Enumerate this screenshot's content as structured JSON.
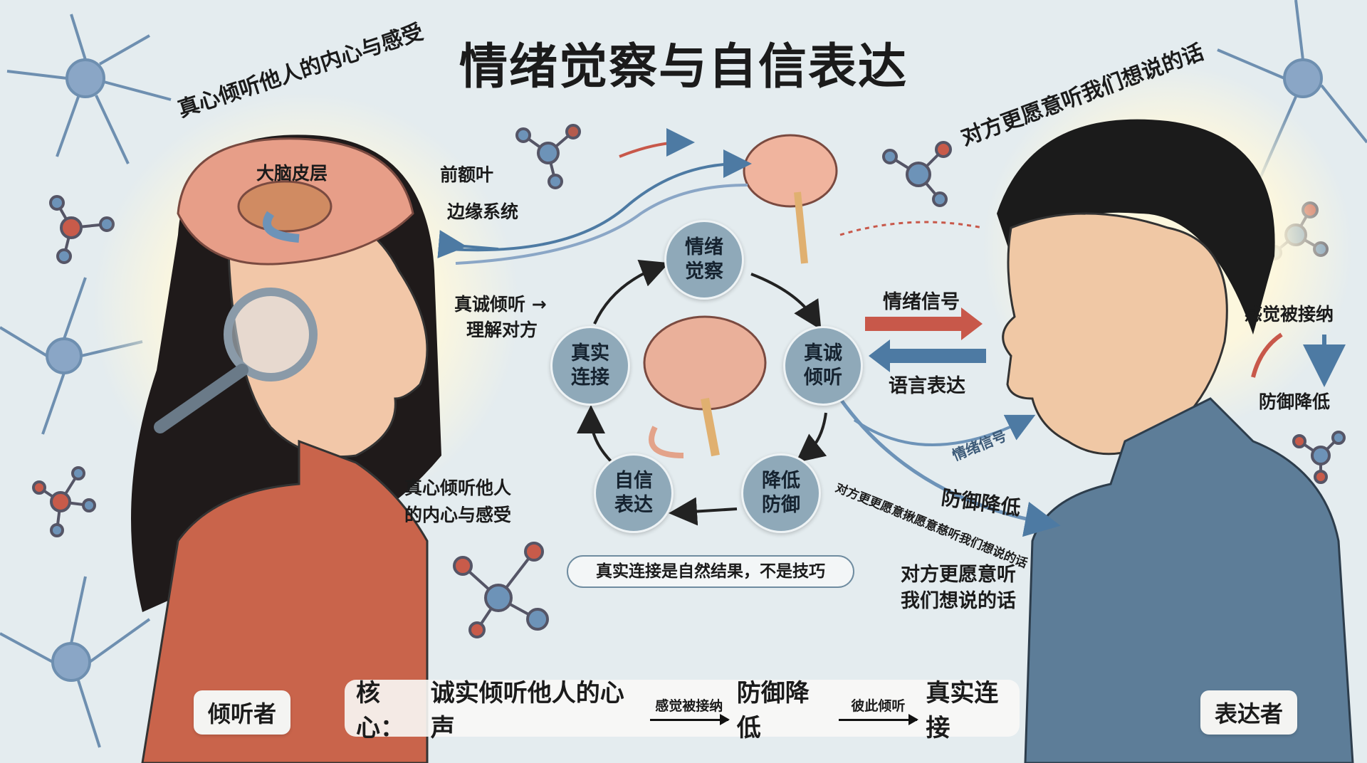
{
  "title": "情绪觉察与自信表达",
  "left_arc_text": "真心倾听他人的内心与感受",
  "right_arc_text": "对方更愿意听我们想说的话",
  "brain_labels": {
    "cortex": "大脑皮层",
    "prefrontal": "前额叶",
    "limbic": "边缘系统"
  },
  "left_notes": {
    "listen_understand": "真诚倾听 →",
    "understand": "理解对方",
    "inner": [
      "真心倾听他人",
      "的内心与感受"
    ]
  },
  "cycle": {
    "nodes": [
      {
        "label": [
          "情绪",
          "觉察"
        ]
      },
      {
        "label": [
          "真诚",
          "倾听"
        ]
      },
      {
        "label": [
          "降低",
          "防御"
        ]
      },
      {
        "label": [
          "自信",
          "表达"
        ]
      },
      {
        "label": [
          "真实",
          "连接"
        ]
      }
    ],
    "caption": "真实连接是自然结果，不是技巧"
  },
  "right_notes": {
    "emotion_signal": "情绪信号",
    "verbal": "语言表达",
    "accepted": "感觉被接纳",
    "defense_down": "防御降低",
    "diag_signal": "情绪信号",
    "diag_defense": "防御降低",
    "diag_text": "对方更更愿意揪愿意慈听我们想说的话",
    "willing": [
      "对方更愿意听",
      "我们想说的话"
    ]
  },
  "roles": {
    "listener": "倾听者",
    "speaker": "表达者"
  },
  "core": {
    "prefix": "核心：",
    "step1": "诚实倾听他人的心声",
    "arrow1": "感觉被接纳",
    "step2": "防御降低",
    "arrow2": "彼此倾听",
    "step3": "真实连接"
  },
  "colors": {
    "background": "#e4ecef",
    "node": "#8fa9b9",
    "listener_dress": "#c9644b",
    "speaker_shirt": "#5d7d98",
    "red_arrow": "#c8584a",
    "blue_arrow": "#4d7aa3"
  }
}
